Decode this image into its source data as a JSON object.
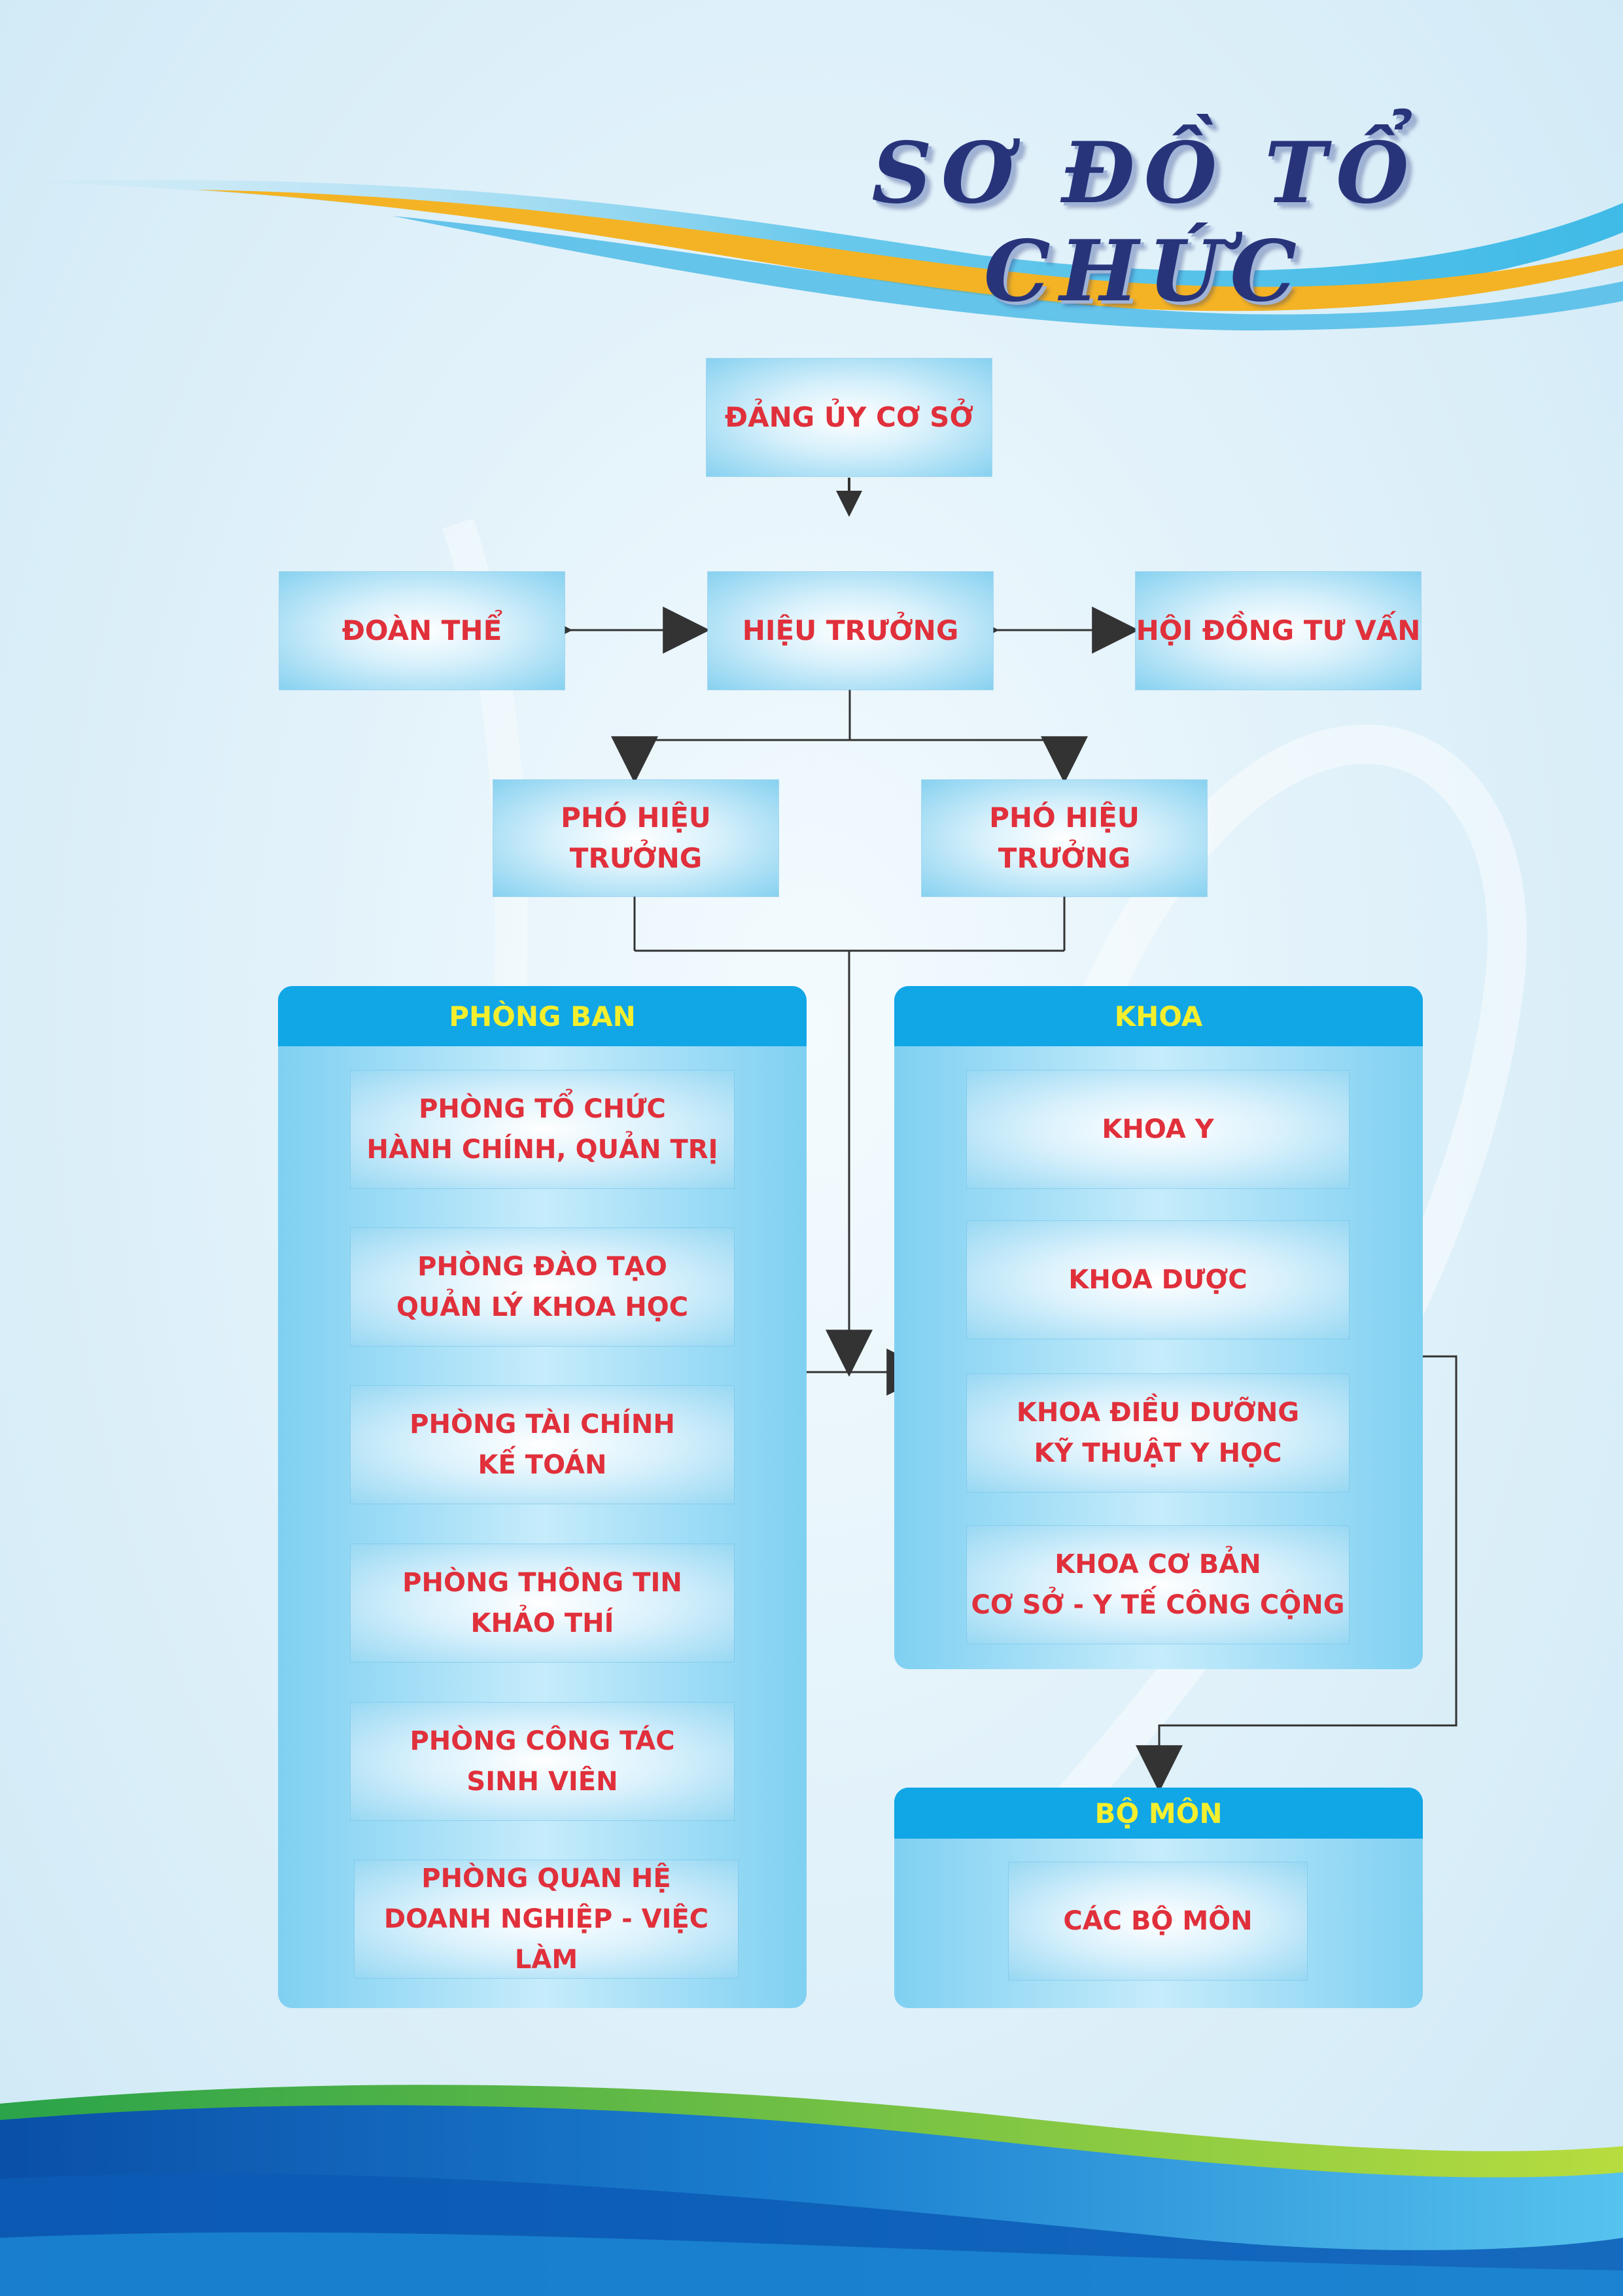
{
  "title": "SƠ ĐỒ TỔ CHỨC",
  "top": {
    "party": "ĐẢNG ỦY CƠ SỞ",
    "unions": "ĐOÀN THỂ",
    "principal": "HIỆU TRƯỞNG",
    "council": "HỘI ĐỒNG TƯ VẤN",
    "vice_1": "PHÓ HIỆU TRƯỞNG",
    "vice_2": "PHÓ HIỆU TRƯỞNG"
  },
  "phong_ban": {
    "header": "PHÒNG BAN",
    "items": [
      "PHÒNG TỔ CHỨC\nHÀNH CHÍNH, QUẢN TRỊ",
      "PHÒNG ĐÀO TẠO\nQUẢN LÝ KHOA HỌC",
      "PHÒNG TÀI CHÍNH\nKẾ TOÁN",
      "PHÒNG THÔNG TIN\nKHẢO THÍ",
      "PHÒNG CÔNG TÁC\nSINH VIÊN",
      "PHÒNG QUAN HỆ\nDOANH NGHIỆP - VIỆC LÀM"
    ]
  },
  "khoa": {
    "header": "KHOA",
    "items": [
      "KHOA Y",
      "KHOA DƯỢC",
      "KHOA ĐIỀU DƯỠNG\nKỸ THUẬT Y HỌC",
      "KHOA CƠ BẢN\nCƠ SỞ - Y TẾ CÔNG CỘNG"
    ]
  },
  "bo_mon": {
    "header": "BỘ MÔN",
    "items": [
      "CÁC BỘ MÔN"
    ]
  },
  "colors": {
    "title": "#28347a",
    "box_text": "#e0303b",
    "panel_header": "#11a6e6",
    "panel_header_text": "#f4ef2e",
    "connector": "#333333"
  }
}
